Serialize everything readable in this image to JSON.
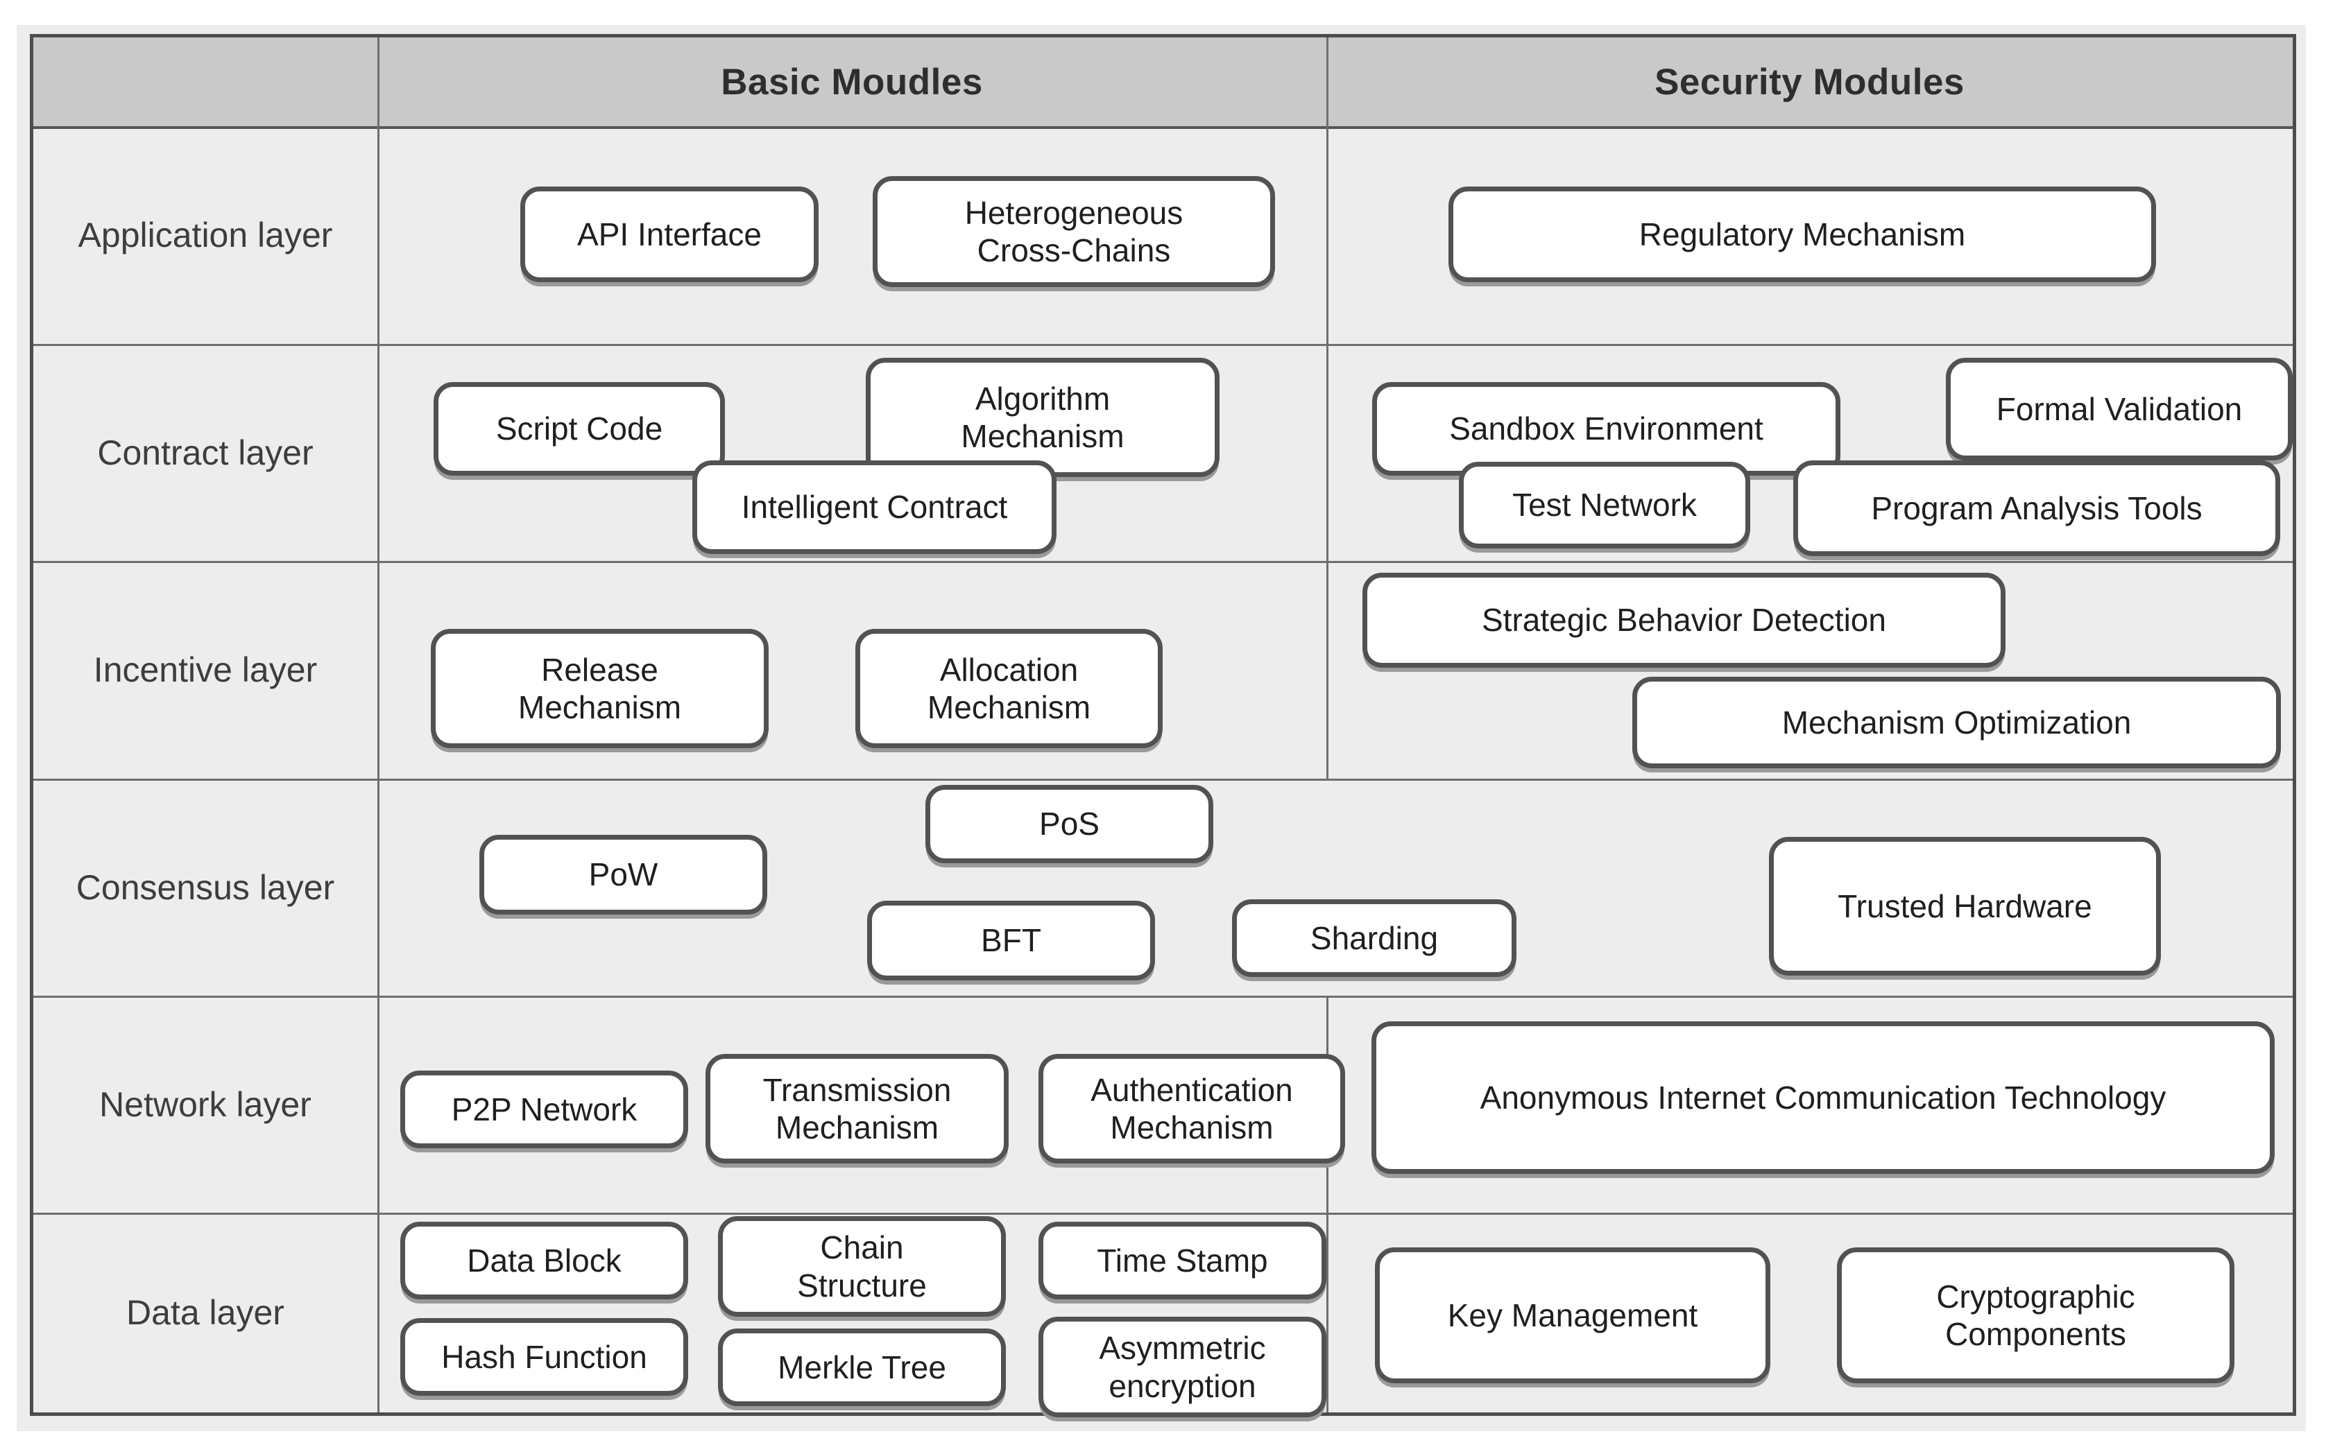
{
  "figure": {
    "title": "Blockchain architecture layers with basic and security modules",
    "columns": {
      "basic": "Basic Moudles",
      "security": "Security Modules"
    },
    "layers": [
      "Application layer",
      "Contract layer",
      "Incentive layer",
      "Consensus layer",
      "Network layer",
      "Data layer"
    ],
    "rows": [
      {
        "label": "Application layer",
        "basic": [
          "API Interface",
          "Heterogeneous Cross-Chains"
        ],
        "security": [
          "Regulatory Mechanism"
        ]
      },
      {
        "label": "Contract layer",
        "basic": [
          "Script Code",
          "Algorithm Mechanism",
          "Intelligent Contract"
        ],
        "security": [
          "Sandbox Environment",
          "Formal Validation",
          "Test Network",
          "Program Analysis Tools"
        ]
      },
      {
        "label": "Incentive layer",
        "basic": [
          "Release Mechanism",
          "Allocation Mechanism"
        ],
        "security": [
          "Strategic Behavior Detection",
          "Mechanism Optimization"
        ]
      },
      {
        "label": "Consensus layer",
        "basic": [
          "PoS",
          "PoW",
          "BFT",
          "Sharding"
        ],
        "security": [
          "Trusted Hardware"
        ]
      },
      {
        "label": "Network layer",
        "basic": [
          "P2P Network",
          "Transmission Mechanism",
          "Authentication Mechanism"
        ],
        "security": [
          "Anonymous Internet Communication Technology"
        ]
      },
      {
        "label": "Data layer",
        "basic": [
          "Data Block",
          "Chain Structure",
          "Time Stamp",
          "Hash Function",
          "Merkle Tree",
          "Asymmetric encryption"
        ],
        "security": [
          "Key Management",
          "Cryptographic Components"
        ]
      }
    ],
    "colors": {
      "header_bg": "#c9c9c9",
      "canvas_bg": "#ededed",
      "box_bg": "#ffffff",
      "box_border": "#525252",
      "grid_line": "#6e6e6e",
      "table_border": "#4d4d4d",
      "box_text": "#1f1f1f",
      "label_text": "#3d3d3d"
    }
  }
}
